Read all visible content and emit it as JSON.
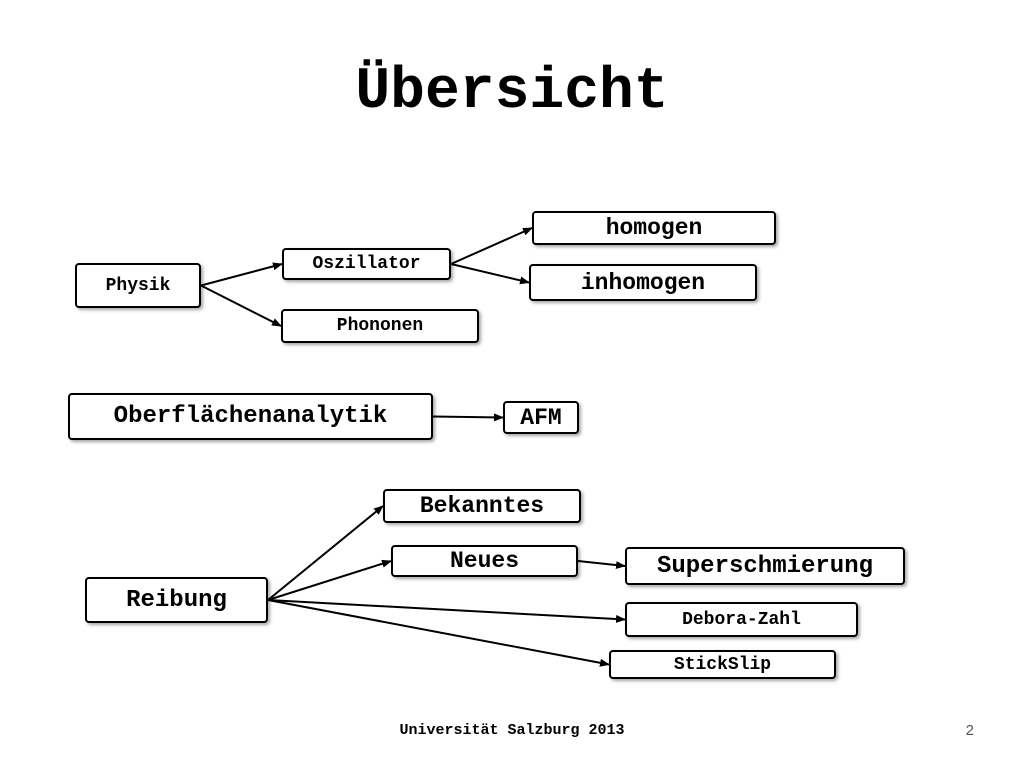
{
  "slide": {
    "title": "Übersicht",
    "footer": "Universität Salzburg 2013",
    "page_number": "2"
  },
  "diagram": {
    "nodes": {
      "physik": "Physik",
      "oszillator": "Oszillator",
      "phononen": "Phononen",
      "homogen": "homogen",
      "inhomogen": "inhomogen",
      "oberflaechenanalytik": "Oberflächenanalytik",
      "afm": "AFM",
      "reibung": "Reibung",
      "bekanntes": "Bekanntes",
      "neues": "Neues",
      "superschmierung": "Superschmierung",
      "debora_zahl": "Debora-Zahl",
      "stickslip": "StickSlip"
    },
    "edges": [
      [
        "physik",
        "oszillator"
      ],
      [
        "physik",
        "phononen"
      ],
      [
        "oszillator",
        "homogen"
      ],
      [
        "oszillator",
        "inhomogen"
      ],
      [
        "oberflaechenanalytik",
        "afm"
      ],
      [
        "reibung",
        "bekanntes"
      ],
      [
        "reibung",
        "neues"
      ],
      [
        "reibung",
        "debora_zahl"
      ],
      [
        "reibung",
        "stickslip"
      ],
      [
        "neues",
        "superschmierung"
      ]
    ]
  }
}
